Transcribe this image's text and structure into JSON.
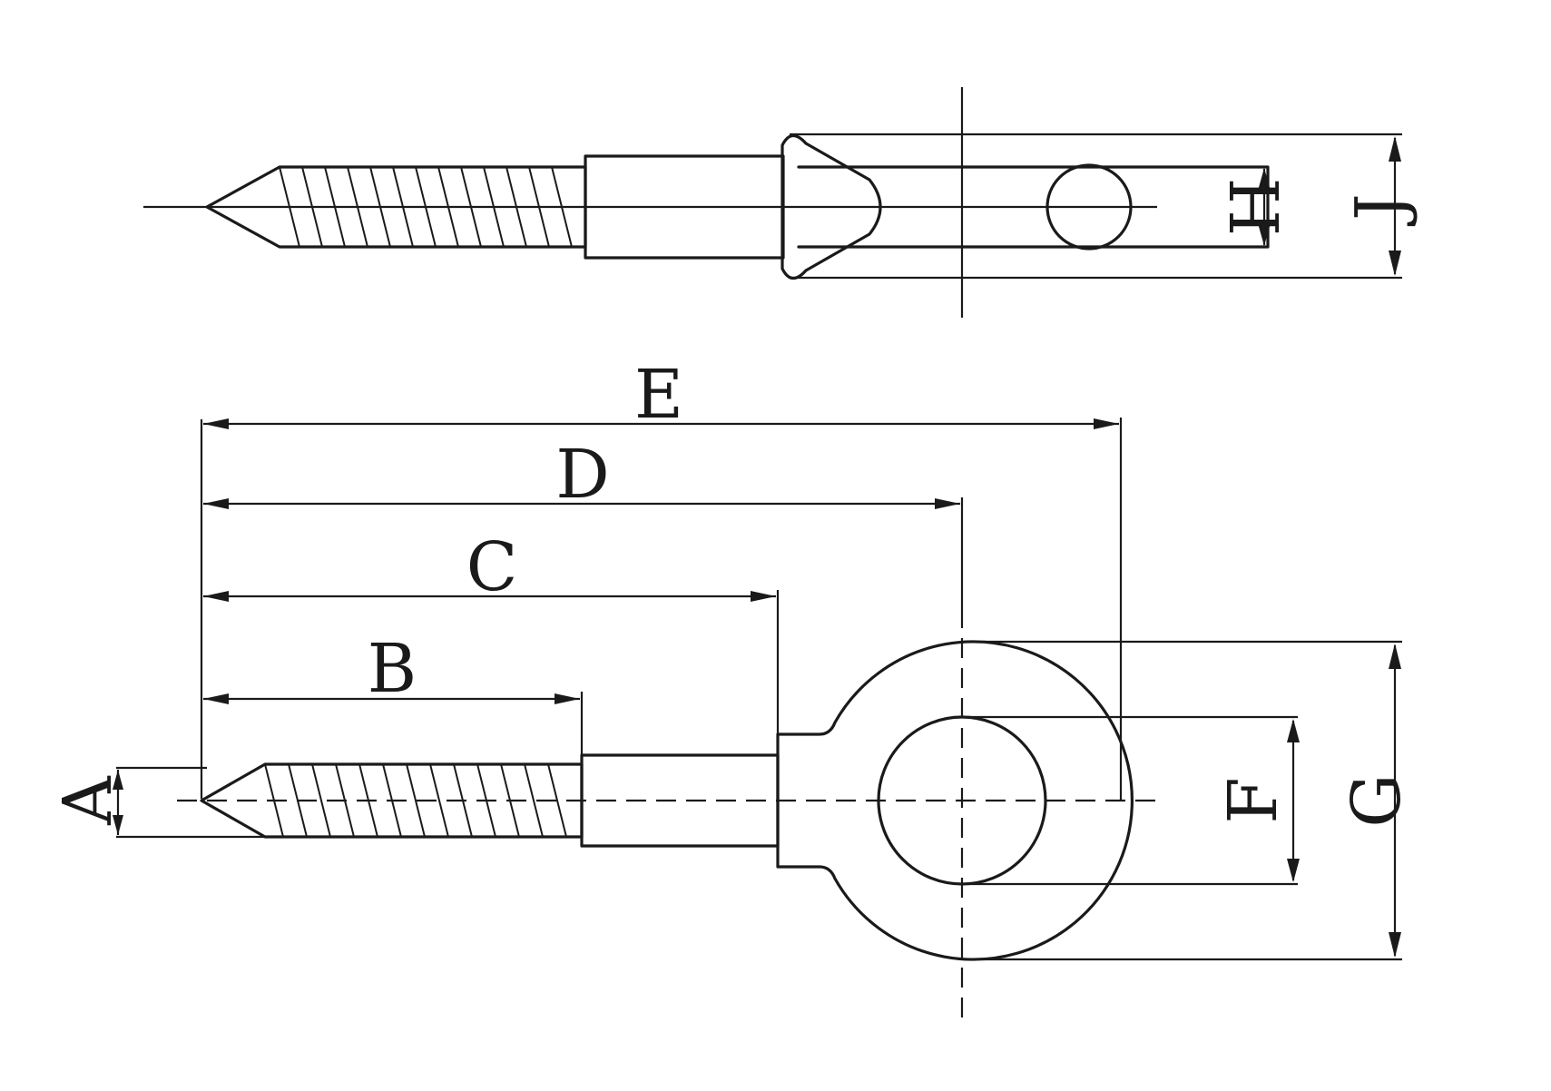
{
  "diagram": {
    "dimension_labels": {
      "a": "A",
      "b": "B",
      "c": "C",
      "d": "D",
      "e": "E",
      "f": "F",
      "g": "G",
      "h": "H",
      "j": "J"
    }
  }
}
